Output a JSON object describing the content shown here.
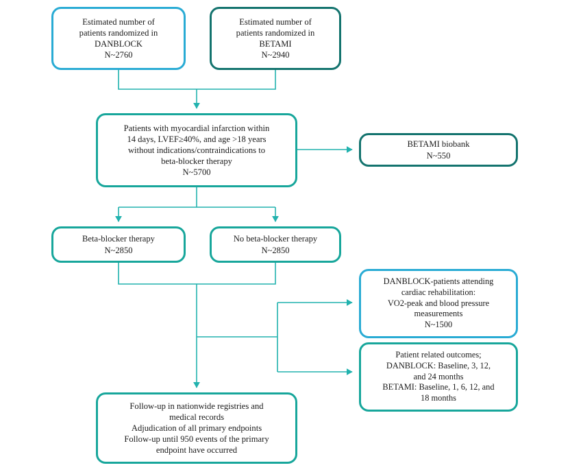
{
  "diagram": {
    "type": "flowchart",
    "title": "DANBLOCK / BETAMI trial participant flow",
    "colors": {
      "cyan": "#29ABD4",
      "teal": "#17A69B",
      "dark_teal": "#13736E",
      "connector": "#21B2AE",
      "background": "#FFFFFF",
      "text": "#1A1A1A"
    },
    "nodes": {
      "danblock": {
        "label": "Estimated number of\npatients randomized in\nDANBLOCK\nN~2760",
        "border": "cyan"
      },
      "betami": {
        "label": "Estimated number of\npatients randomized in\nBETAMI\nN~2940",
        "border": "dark_teal"
      },
      "eligible": {
        "label": "Patients with myocardial infarction within\n14 days, LVEF≥40%, and age >18 years\nwithout indications/contraindications to\nbeta-blocker therapy\nN~5700",
        "border": "teal"
      },
      "biobank": {
        "label": "BETAMI biobank\nN~550",
        "border": "dark_teal"
      },
      "beta_blocker": {
        "label": "Beta-blocker therapy\nN~2850",
        "border": "teal"
      },
      "no_beta_blocker": {
        "label": "No beta-blocker therapy\nN~2850",
        "border": "teal"
      },
      "rehab": {
        "label": "DANBLOCK-patients attending\ncardiac rehabilitation:\nVO2-peak and blood pressure\nmeasurements\nN~1500",
        "border": "cyan"
      },
      "patient_outcomes": {
        "label": "Patient related outcomes;\nDANBLOCK: Baseline, 3, 12,\nand 24 months\nBETAMI: Baseline, 1, 6, 12, and\n18 months",
        "border": "teal"
      },
      "followup": {
        "label": "Follow-up in nationwide registries and\nmedical records\nAdjudication of all primary endpoints\nFollow-up until 950 events of the primary\nendpoint have occurred",
        "border": "teal"
      }
    },
    "edges": [
      {
        "from": "danblock",
        "to": "eligible",
        "style": "elbow-merge-down-arrow"
      },
      {
        "from": "betami",
        "to": "eligible",
        "style": "elbow-merge-down-arrow"
      },
      {
        "from": "eligible",
        "to": "biobank",
        "style": "straight-right-arrow"
      },
      {
        "from": "eligible",
        "to": "beta_blocker",
        "style": "elbow-split-down-arrow"
      },
      {
        "from": "eligible",
        "to": "no_beta_blocker",
        "style": "elbow-split-down-arrow"
      },
      {
        "from": "beta_blocker",
        "to": "followup",
        "style": "elbow-merge-down-arrow"
      },
      {
        "from": "no_beta_blocker",
        "to": "followup",
        "style": "elbow-merge-down-arrow"
      },
      {
        "from": "followup_spine",
        "to": "rehab",
        "style": "branch-right-up-arrow"
      },
      {
        "from": "followup_spine",
        "to": "patient_outcomes",
        "style": "branch-right-down-arrow"
      }
    ]
  }
}
